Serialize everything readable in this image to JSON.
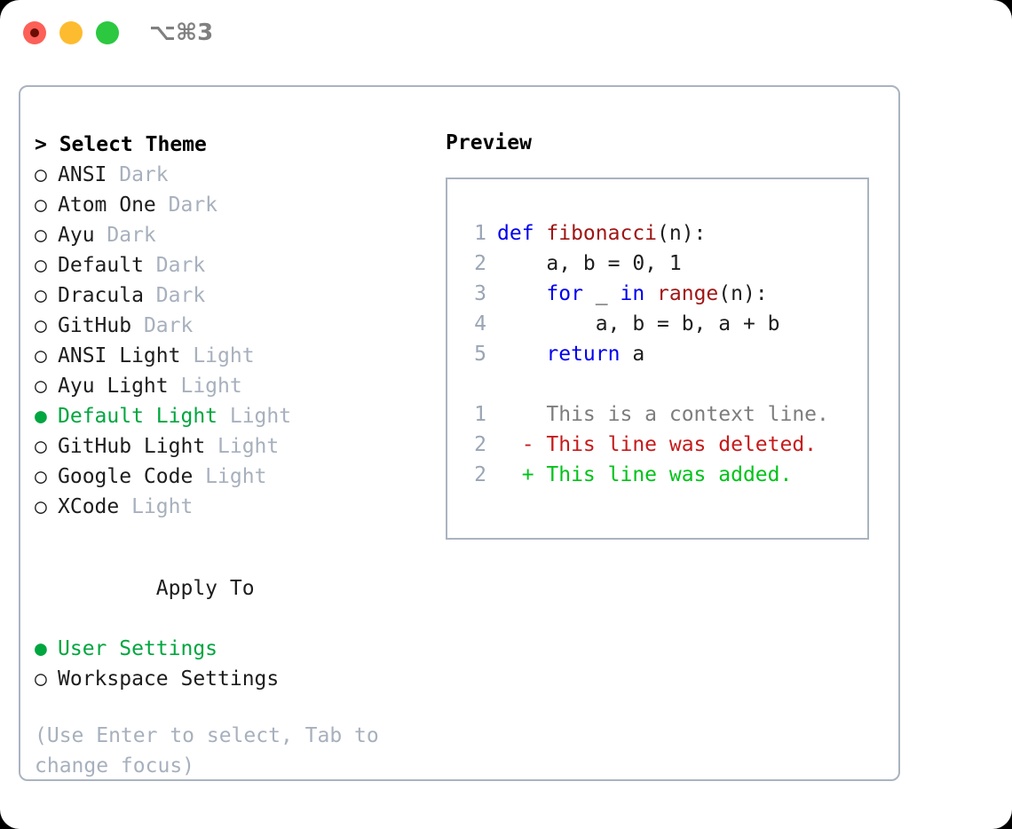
{
  "titlebar": {
    "lights": [
      {
        "name": "close",
        "color": "#fc6058"
      },
      {
        "name": "minimize",
        "color": "#fdbc2f"
      },
      {
        "name": "zoom",
        "color": "#2bc840"
      }
    ],
    "shortcut": "⌥⌘3"
  },
  "theme_panel": {
    "header": "> Select Theme",
    "selected_dot": "●",
    "unselected_dot": "○",
    "items": [
      {
        "dot": "○",
        "name": "ANSI",
        "tag": "Dark",
        "selected": false
      },
      {
        "dot": "○",
        "name": "Atom One",
        "tag": "Dark",
        "selected": false
      },
      {
        "dot": "○",
        "name": "Ayu",
        "tag": "Dark",
        "selected": false
      },
      {
        "dot": "○",
        "name": "Default",
        "tag": "Dark",
        "selected": false
      },
      {
        "dot": "○",
        "name": "Dracula",
        "tag": "Dark",
        "selected": false
      },
      {
        "dot": "○",
        "name": "GitHub",
        "tag": "Dark",
        "selected": false
      },
      {
        "dot": "○",
        "name": "ANSI Light",
        "tag": "Light",
        "selected": false
      },
      {
        "dot": "○",
        "name": "Ayu Light",
        "tag": "Light",
        "selected": false
      },
      {
        "dot": "●",
        "name": "Default Light",
        "tag": "Light",
        "selected": true
      },
      {
        "dot": "○",
        "name": "GitHub Light",
        "tag": "Light",
        "selected": false
      },
      {
        "dot": "○",
        "name": "Google Code",
        "tag": "Light",
        "selected": false
      },
      {
        "dot": "○",
        "name": "XCode",
        "tag": "Light",
        "selected": false
      }
    ]
  },
  "apply_to": {
    "heading": "Apply To",
    "options": [
      {
        "dot": "●",
        "label": "User Settings",
        "selected": true
      },
      {
        "dot": "○",
        "label": "Workspace Settings",
        "selected": false
      }
    ]
  },
  "hint": "(Use Enter to select, Tab to change focus)",
  "preview": {
    "title": "Preview",
    "code_lines": [
      {
        "num": "1",
        "tokens": [
          {
            "t": "def ",
            "c": "kw"
          },
          {
            "t": "fibonacci",
            "c": "fn"
          },
          {
            "t": "(n):",
            "c": "plain"
          }
        ]
      },
      {
        "num": "2",
        "tokens": [
          {
            "t": "    a, b = 0, 1",
            "c": "plain"
          }
        ]
      },
      {
        "num": "3",
        "tokens": [
          {
            "t": "    ",
            "c": "plain"
          },
          {
            "t": "for",
            "c": "kw"
          },
          {
            "t": " _ ",
            "c": "plain"
          },
          {
            "t": "in",
            "c": "kw"
          },
          {
            "t": " ",
            "c": "plain"
          },
          {
            "t": "range",
            "c": "fn"
          },
          {
            "t": "(n):",
            "c": "plain"
          }
        ]
      },
      {
        "num": "4",
        "tokens": [
          {
            "t": "        a, b = b, a + b",
            "c": "plain"
          }
        ]
      },
      {
        "num": "5",
        "tokens": [
          {
            "t": "    ",
            "c": "plain"
          },
          {
            "t": "return",
            "c": "kw"
          },
          {
            "t": " a",
            "c": "plain"
          }
        ]
      }
    ],
    "diff_lines": [
      {
        "num": "1",
        "marker": "  ",
        "text": "This is a context line.",
        "kind": "ctx"
      },
      {
        "num": "2",
        "marker": "- ",
        "text": "This line was deleted.",
        "kind": "del"
      },
      {
        "num": "2",
        "marker": "+ ",
        "text": "This line was added.",
        "kind": "add"
      }
    ]
  },
  "colors": {
    "accent_green": "#00a63f",
    "muted": "#a7b0bd",
    "keyword_blue": "#0000ee",
    "function_red": "#a01515",
    "diff_add": "#00c219",
    "diff_del": "#c61a1a",
    "border": "#aab3c0"
  }
}
